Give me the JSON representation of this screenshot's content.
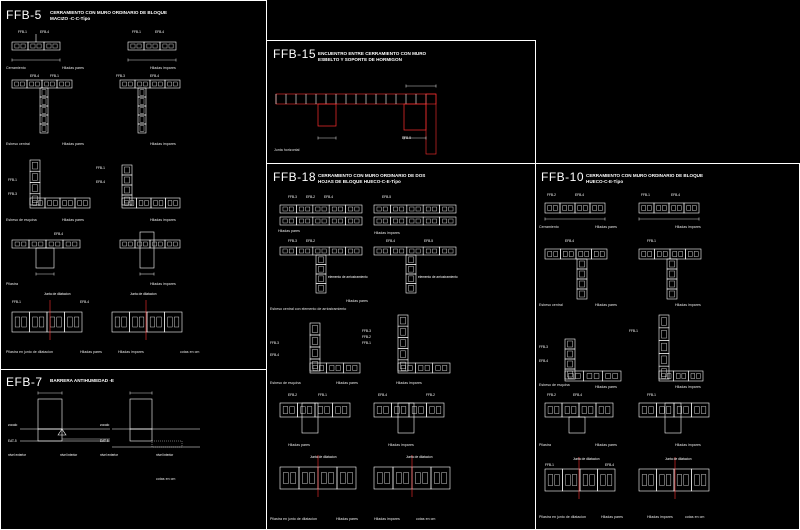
{
  "panels": {
    "ffb5": {
      "code": "FFB-5",
      "title": "CERRAMIENTO CON MURO ORDINARIO DE BLOQUE MACIZO -C-C-Tipo",
      "captions": [
        "Cerramiento",
        "Hiladas pares",
        "Hiladas impares",
        "Esbeso central",
        "Hiladas pares",
        "Hiladas impares",
        "Esbeso de esquina",
        "Hiladas pares",
        "Hiladas impares",
        "Pilastra",
        "Hiladas impares",
        "Pilastra en junto de dilatacion",
        "Hiladas pares",
        "Hiladas impares",
        "cotas en cm"
      ],
      "labels": [
        "FFB-1",
        "EFB-4",
        "FFB-1",
        "EFB-4",
        "EFB-4",
        "FFB-1",
        "FFB-3",
        "EFB-4",
        "FFB-1",
        "FFB-3",
        "FFB-1",
        "EFB-4",
        "EFB-4",
        "Junta de dilatacion",
        "Junta de dilatacion",
        "FFB-1",
        "EFB-4"
      ]
    },
    "efb7": {
      "code": "EFB-7",
      "title": "BARRERA ANTIHUMEDAD -E",
      "labels": [
        "zocalo",
        "EAT-5",
        "nivel exterior",
        "nivel interior",
        "zocalo",
        "EAT-5",
        "nivel exterior",
        "nivel interior",
        "cotas en cm"
      ]
    },
    "ffb15": {
      "code": "FFB-15",
      "title": "ENCUENTRO ENTRE CERRAMIENTO CON MURO ESBELTO Y SOPORTE DE HORMIGON",
      "captions": [
        "Junta horizontal",
        "EFB-5"
      ]
    },
    "ffb18": {
      "code": "FFB-18",
      "title": "CERRAMIENTO CON MURO ORDINARIO DE DOS HOJAS DE BLOQUE HUECO-C-E-Tipo",
      "captions": [
        "Hiladas pares",
        "Hiladas impares",
        "Hiladas pares",
        "Esbeso central con elemento de arriostramiento",
        "Esbeso de esquina",
        "Hiladas pares",
        "Hiladas impares",
        "Hiladas pares",
        "Hiladas impares",
        "Pilastra en junto de dilatacion",
        "Hiladas pares",
        "Hiladas impares",
        "cotas en cm"
      ],
      "labels": [
        "FFB-3",
        "EFB-2",
        "EFB-4",
        "EFB-5",
        "FFB-3",
        "EFB-2",
        "EFB-4",
        "EFB-5",
        "elemento de arriostramiento",
        "elemento de arriostramiento",
        "FFB-3",
        "FFB-2",
        "FFB-1",
        "FFB-3",
        "EFB-4",
        "EFB-2",
        "FFB-1",
        "EFB-4",
        "FFB-2",
        "Junta de dilatacion",
        "Junta de dilatacion"
      ]
    },
    "ffb10": {
      "code": "FFB-10",
      "title": "CERRAMIENTO CON MURO ORDINARIO DE BLOQUE HUECO-C-E-Tipo",
      "captions": [
        "Cerramiento",
        "Hiladas pares",
        "Hiladas impares",
        "Esbeso central",
        "Hiladas pares",
        "Hiladas impares",
        "Esbeso de esquina",
        "Hiladas pares",
        "Hiladas impares",
        "Pilastra",
        "Hiladas pares",
        "Hiladas impares",
        "Pilastra en junto de dilatacion",
        "Hiladas pares",
        "Hiladas impares",
        "cotas en cm"
      ],
      "labels": [
        "FFB-2",
        "EFB-4",
        "FFB-1",
        "EFB-4",
        "EFB-4",
        "FFB-1",
        "FFB-3",
        "EFB-4",
        "FFB-1",
        "FFB-2",
        "EFB-4",
        "FFB-1",
        "Junta de dilatacion",
        "Junta de dilatacion",
        "FFB-1",
        "EFB-4"
      ]
    }
  },
  "colors": {
    "background": "#000000",
    "line": "#ffffff",
    "accent": "#ff3030",
    "dim": "#cfcfcf"
  }
}
